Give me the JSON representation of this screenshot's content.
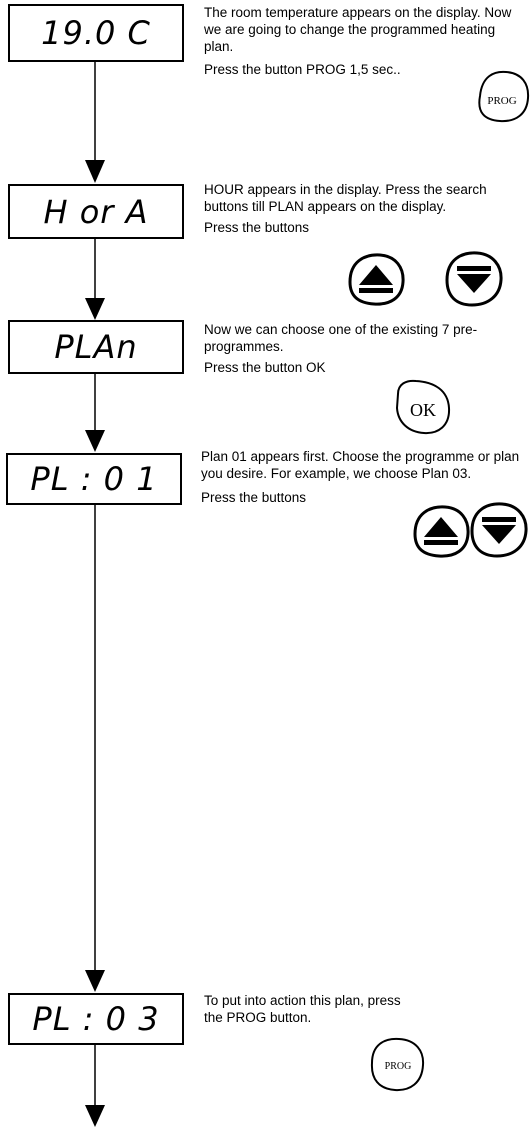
{
  "steps": [
    {
      "display": "19.0 C",
      "text": "The room temperature appears on the display. Now we are going to change the programmed heating plan.",
      "action": "Press the button PROG 1,5 sec..",
      "button_label": "PROG"
    },
    {
      "display": "H or A",
      "text": "HOUR appears in the display. Press the search buttons till PLAN appears on the display.",
      "action": "Press the buttons"
    },
    {
      "display": "PLAn",
      "text": "Now we can choose one of the existing 7 pre-programmes.",
      "action": "Press the button OK",
      "button_label": "OK"
    },
    {
      "display": "PL : 0 1",
      "text": "Plan 01 appears first. Choose the programme or plan you desire. For example, we choose Plan 03.",
      "action": "Press the buttons"
    },
    {
      "display": "PL : 0 3",
      "text": "To put into action this plan, press the PROG button.",
      "button_label": "PROG"
    }
  ],
  "icons": {
    "up": "triangle-up-icon",
    "down": "triangle-down-icon"
  }
}
